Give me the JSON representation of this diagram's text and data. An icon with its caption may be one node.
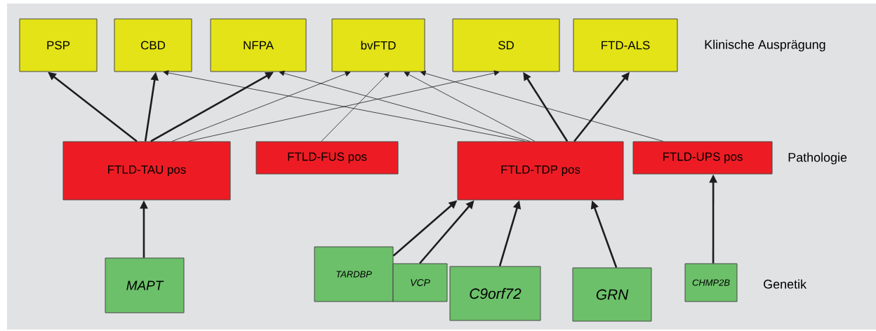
{
  "diagram": {
    "nodes": [
      {
        "text": [
          "PSP"
        ]
      },
      {
        "text": [
          "CBD"
        ]
      },
      {
        "text": [
          "NFPA"
        ]
      },
      {
        "text": [
          "bvFTD"
        ]
      },
      {
        "text": [
          "SD"
        ]
      },
      {
        "text": [
          "FTD-ALS"
        ]
      },
      {
        "text": [
          "FTLD-TAU pos"
        ]
      },
      {
        "text": [
          "FTLD-FUS pos"
        ]
      },
      {
        "text": [
          "FTLD-TDP pos"
        ]
      },
      {
        "text": [
          "FTLD-UPS pos"
        ]
      },
      {
        "text": [
          "MAPT"
        ]
      },
      {
        "text": [
          "TARDBP"
        ]
      },
      {
        "text": [
          "VCP"
        ]
      },
      {
        "text": [
          "C9orf72"
        ]
      },
      {
        "text": [
          "GRN"
        ]
      },
      {
        "text": [
          "CHMP2B"
        ]
      }
    ],
    "edges": [
      {
        "from": 6,
        "to": 0,
        "arrow": "to"
      },
      {
        "from": 6,
        "to": 1,
        "arrow": "to"
      },
      {
        "from": 6,
        "to": 2,
        "arrow": "to"
      },
      {
        "from": 6,
        "to": 3,
        "arrow": "to"
      },
      {
        "from": 6,
        "to": 4,
        "arrow": "to"
      },
      {
        "from": 7,
        "to": 3,
        "arrow": "to"
      },
      {
        "from": 8,
        "to": 1,
        "arrow": "to"
      },
      {
        "from": 8,
        "to": 2,
        "arrow": "to"
      },
      {
        "from": 8,
        "to": 3,
        "arrow": "to"
      },
      {
        "from": 8,
        "to": 4,
        "arrow": "to"
      },
      {
        "from": 8,
        "to": 5,
        "arrow": "to"
      },
      {
        "from": 9,
        "to": 3,
        "arrow": "to"
      },
      {
        "from": 10,
        "to": 6,
        "arrow": "to"
      },
      {
        "from": 11,
        "to": 8,
        "arrow": "to"
      },
      {
        "from": 12,
        "to": 8,
        "arrow": "to"
      },
      {
        "from": 13,
        "to": 8,
        "arrow": "to"
      },
      {
        "from": 14,
        "to": 8,
        "arrow": "to"
      },
      {
        "from": 15,
        "to": 9,
        "arrow": "to"
      }
    ],
    "labels": [
      "Klinische Ausprägung",
      "Pathologie",
      "Genetik"
    ]
  }
}
